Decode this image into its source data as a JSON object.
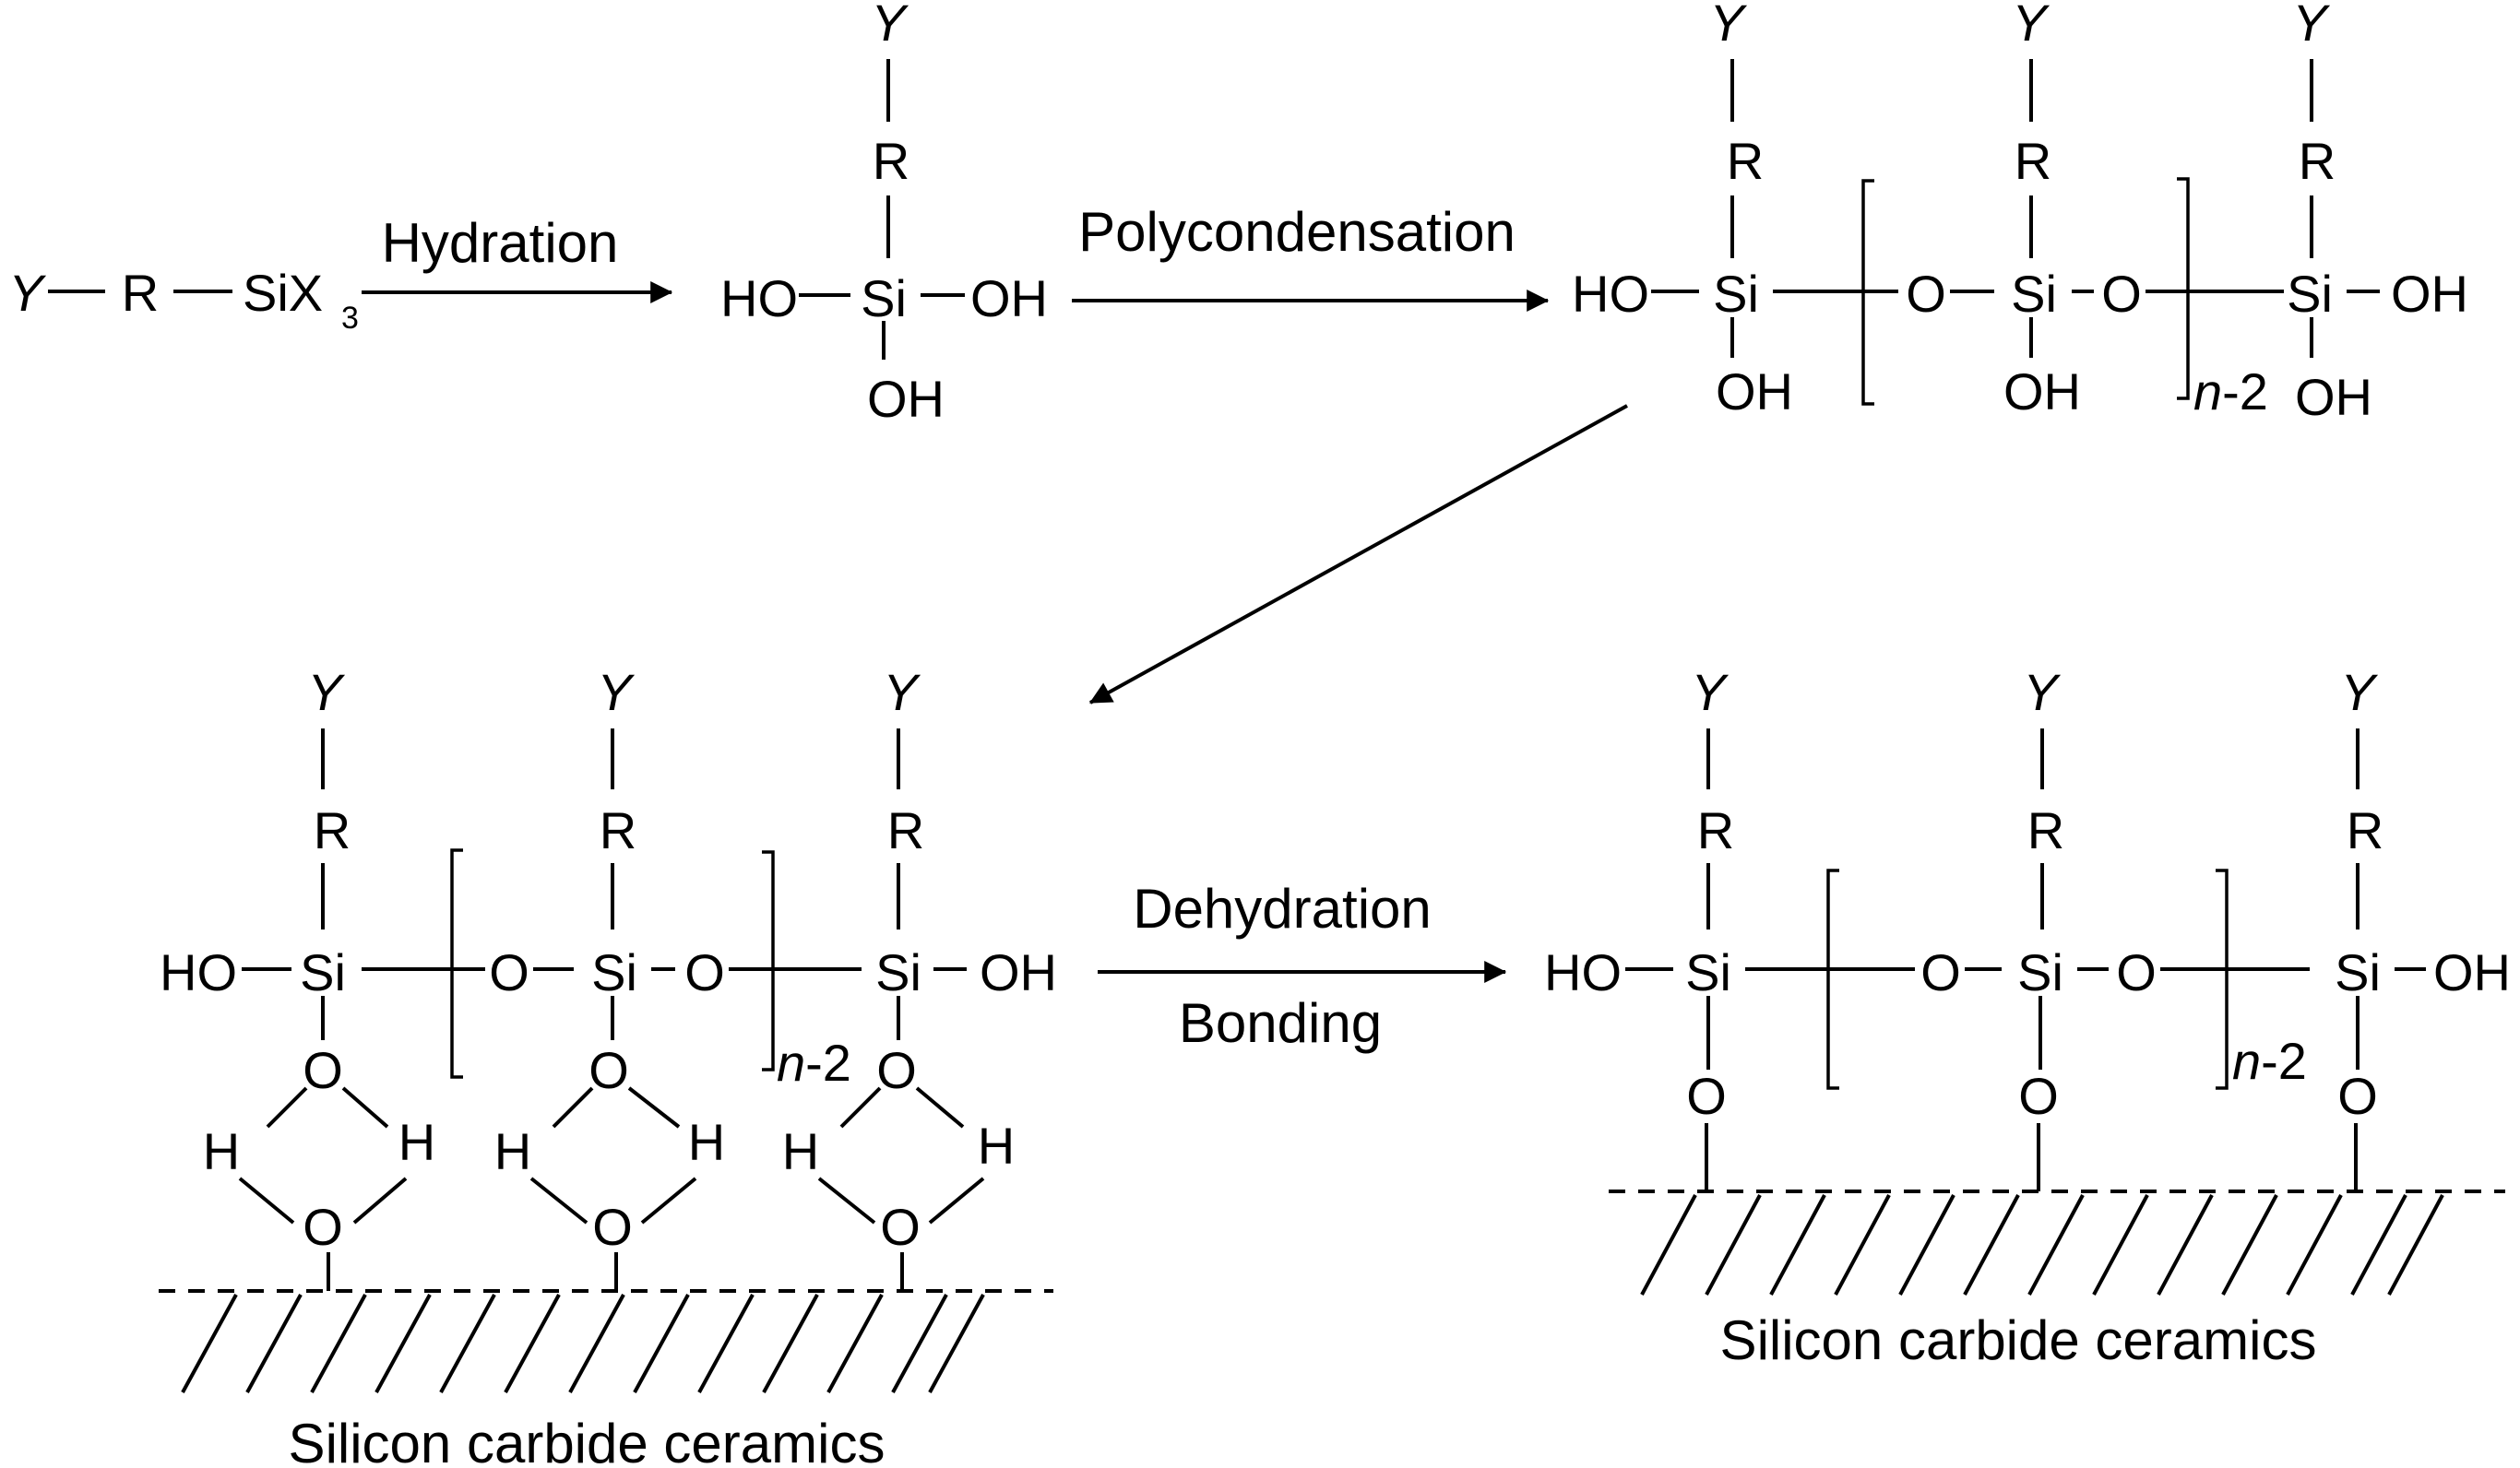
{
  "reactant": {
    "y": "Y",
    "r": "R",
    "si": "SiX",
    "sub": "3"
  },
  "atoms": {
    "y": "Y",
    "r": "R",
    "si": "Si",
    "o": "O",
    "h": "H",
    "oh": "OH",
    "ho": "HO",
    "n": "n",
    "minus2": "-2"
  },
  "steps": {
    "hydration": "Hydration",
    "polycondensation": "Polycondensation",
    "dehydration": "Dehydration",
    "bonding": "Bonding"
  },
  "substrate_label": "Silicon carbide ceramics"
}
